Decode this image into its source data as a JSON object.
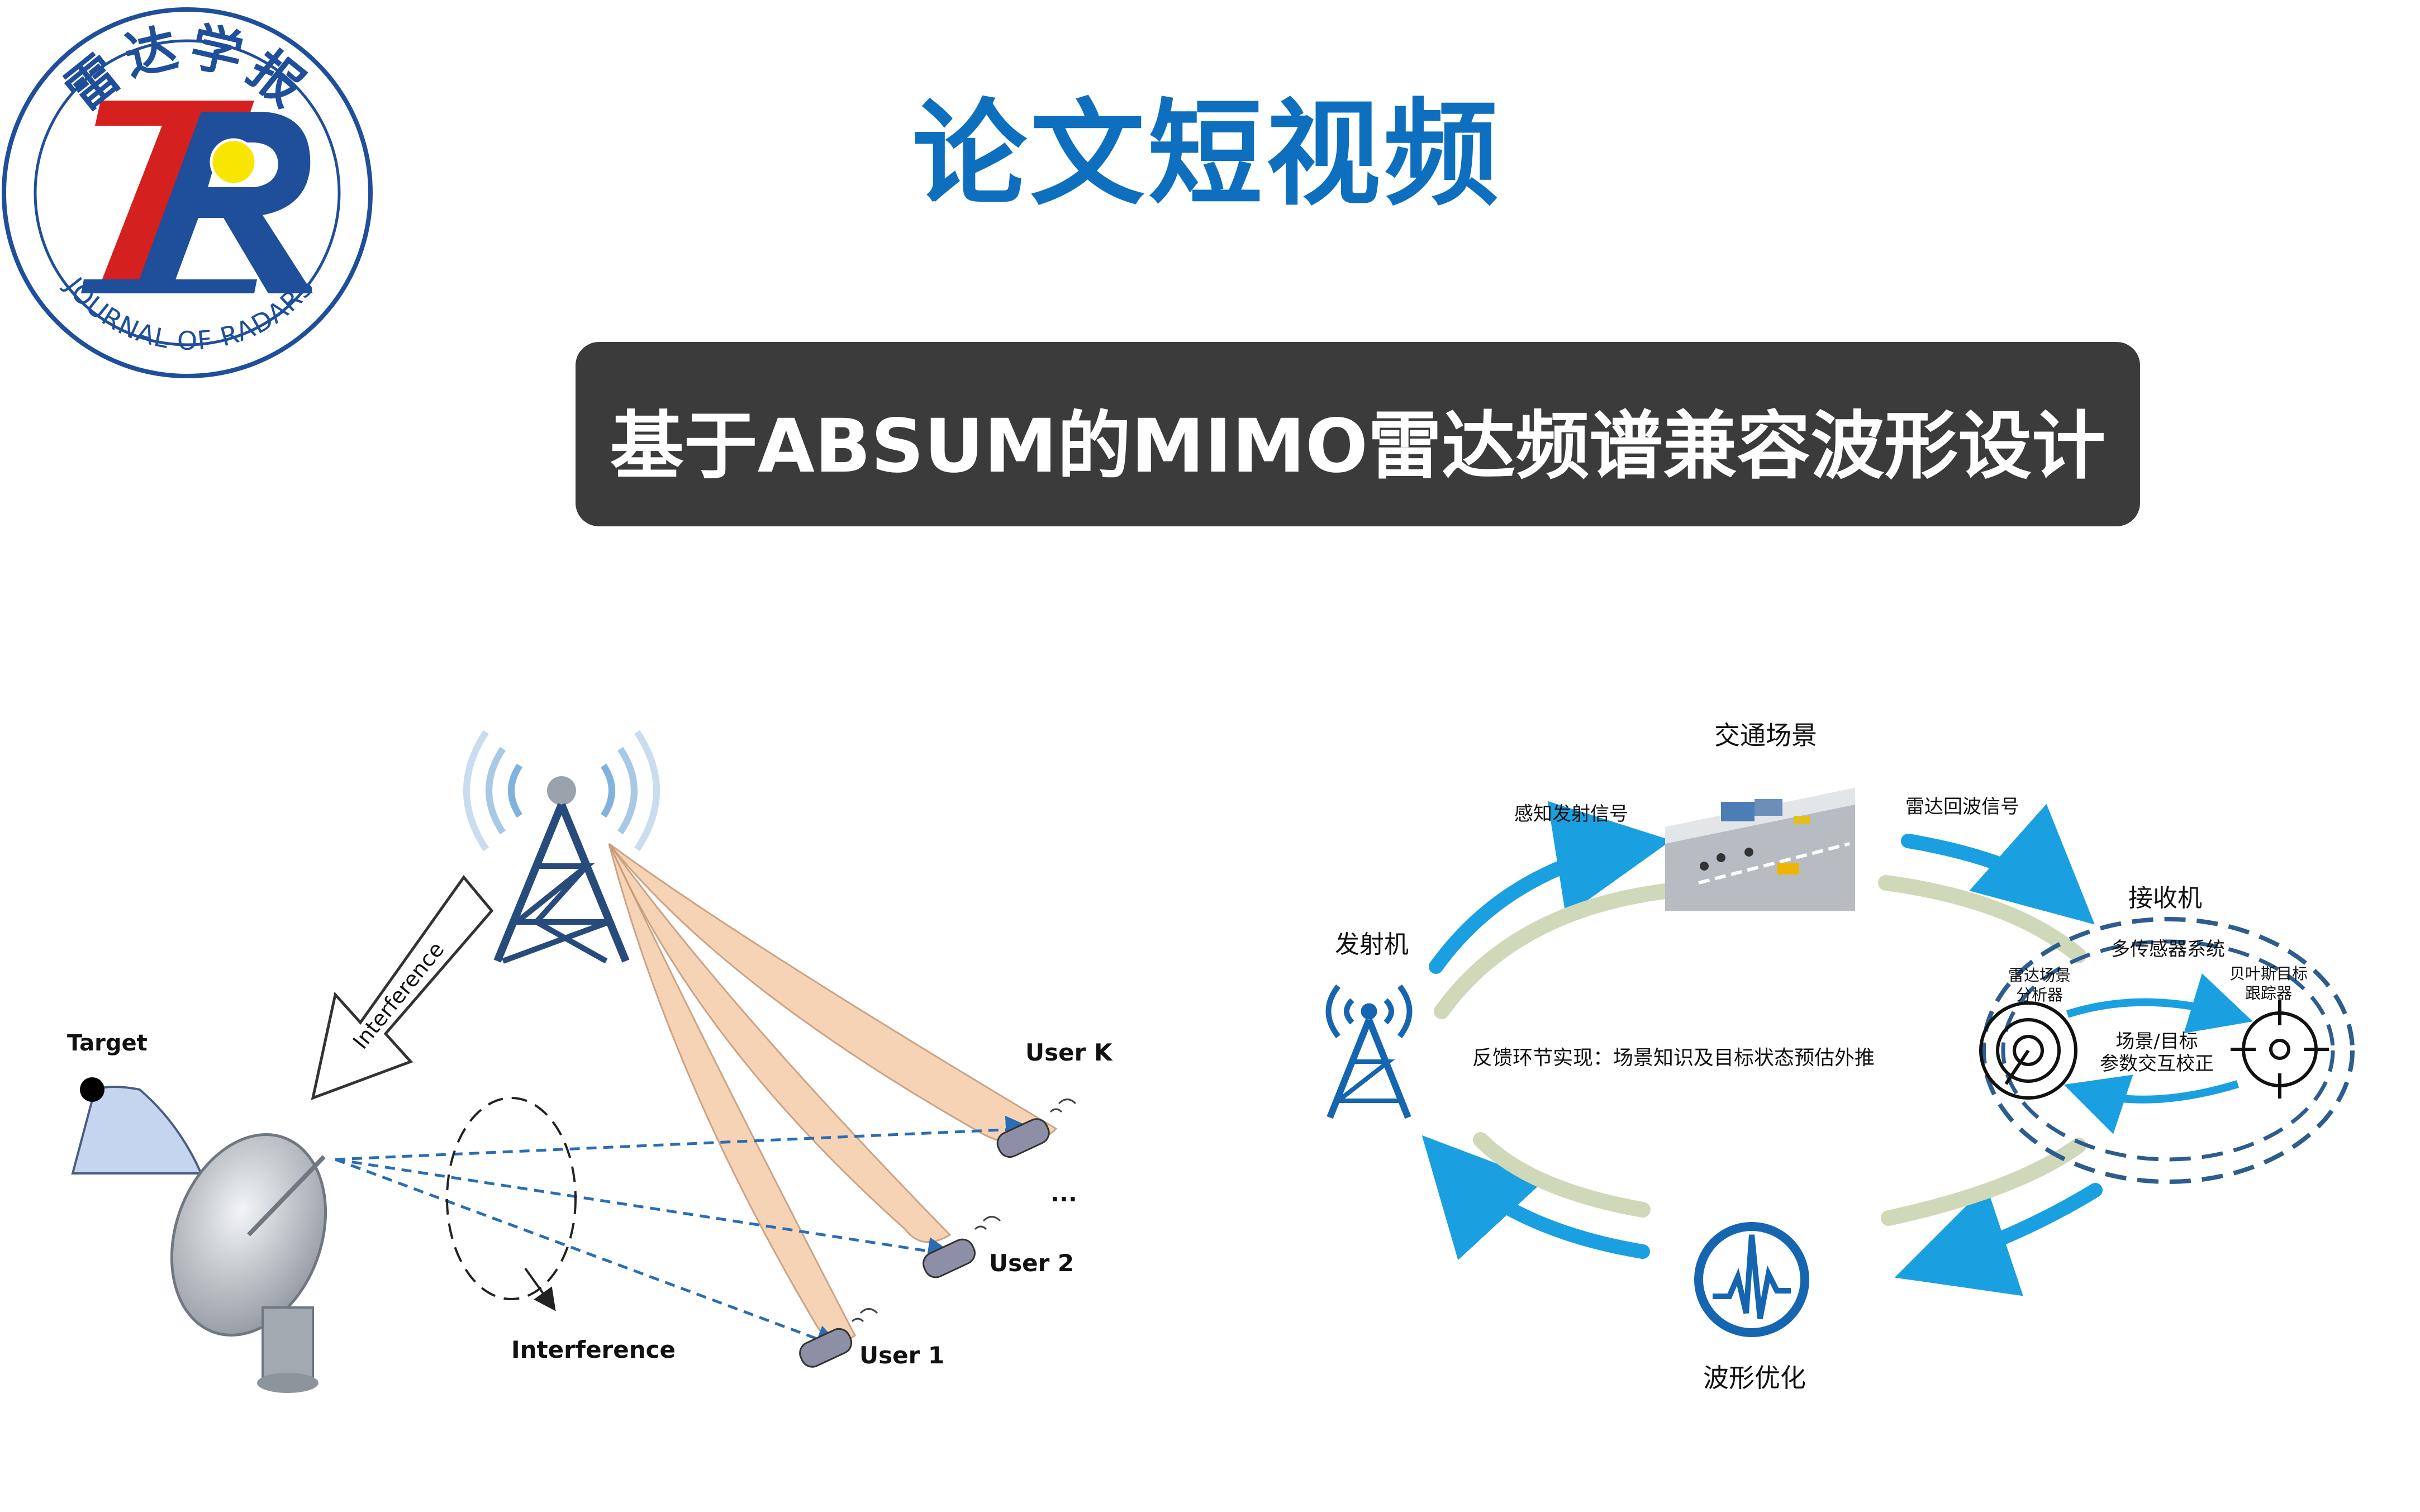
{
  "logo": {
    "name_cn": "雷达学报",
    "name_en": "JOURNAL OF RADARS",
    "colors": {
      "ring": "#1f4e9a",
      "red": "#d52020",
      "blue": "#1f4e9a",
      "yellow": "#f6e600"
    }
  },
  "header": {
    "title": "论文短视频"
  },
  "banner": {
    "title": "基于ABSUM的MIMO雷达频谱兼容波形设计"
  },
  "left_diagram": {
    "target_label": "Target",
    "interference_arrow_label": "Interference",
    "interference_label": "Interference",
    "users": [
      {
        "label": "User K"
      },
      {
        "label": "User 2"
      },
      {
        "label": "User 1"
      }
    ],
    "ellipsis": "...",
    "colors": {
      "beam": "#f7cfae",
      "dashed": "#2a6db5",
      "tower": "#274b7a",
      "target": "#c5d4ef"
    }
  },
  "right_diagram": {
    "scene_label": "交通场景",
    "transmit_signal_label": "感知发射信号",
    "echo_signal_label": "雷达回波信号",
    "transmitter_label": "发射机",
    "receiver_label": "接收机",
    "multi_sensor_label": "多传感器系统",
    "scene_analyzer_label_1": "雷达场景",
    "scene_analyzer_label_2": "分析器",
    "bayes_tracker_label_1": "贝叶斯目标",
    "bayes_tracker_label_2": "跟踪器",
    "interaction_label_1": "场景/目标",
    "interaction_label_2": "参数交互校正",
    "feedback_label": "反馈环节实现：场景知识及目标状态预估外推",
    "waveform_label": "波形优化",
    "colors": {
      "arrow": "#1aa0e0",
      "track": "#cfd8b8",
      "icon": "#1565b0",
      "dashed": "#2d5d8e"
    }
  }
}
